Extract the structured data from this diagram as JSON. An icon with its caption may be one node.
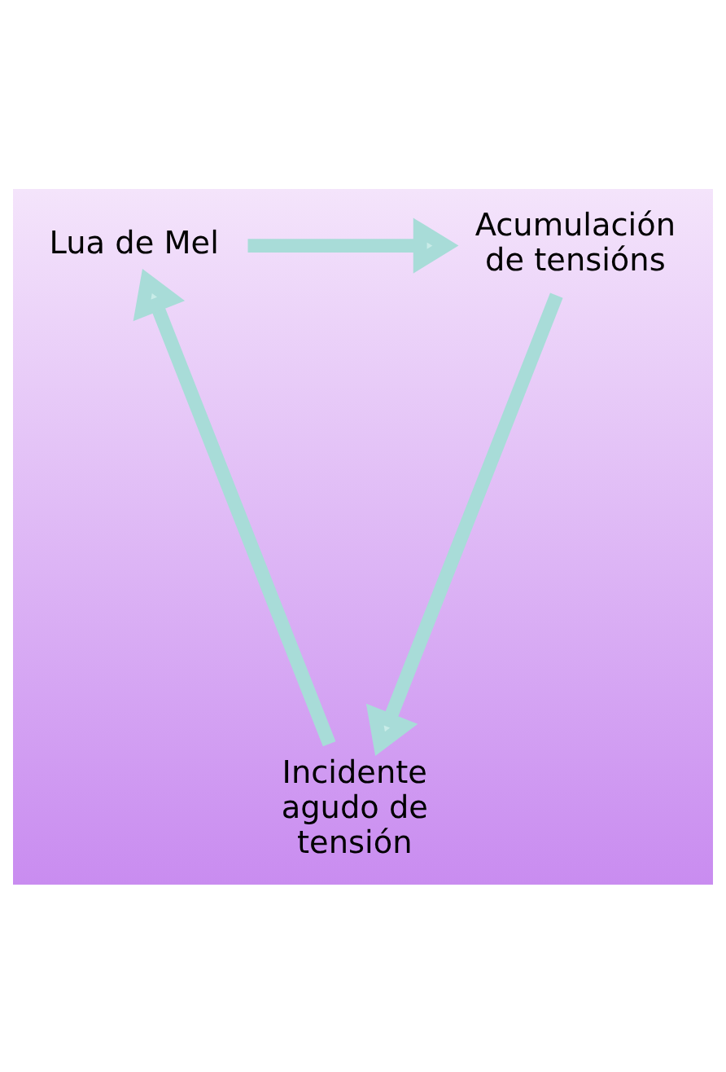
{
  "diagram": {
    "nodes": [
      {
        "text": [
          "Lua de Mel"
        ]
      },
      {
        "text": [
          "Acumulación de tensións"
        ]
      },
      {
        "text": [
          "Incidente agudo de tensión"
        ]
      }
    ],
    "edges": [
      {
        "from": 0,
        "to": 1,
        "arrow": "to"
      },
      {
        "from": 1,
        "to": 2,
        "arrow": "to"
      },
      {
        "from": 2,
        "to": 0,
        "arrow": "to"
      }
    ]
  }
}
